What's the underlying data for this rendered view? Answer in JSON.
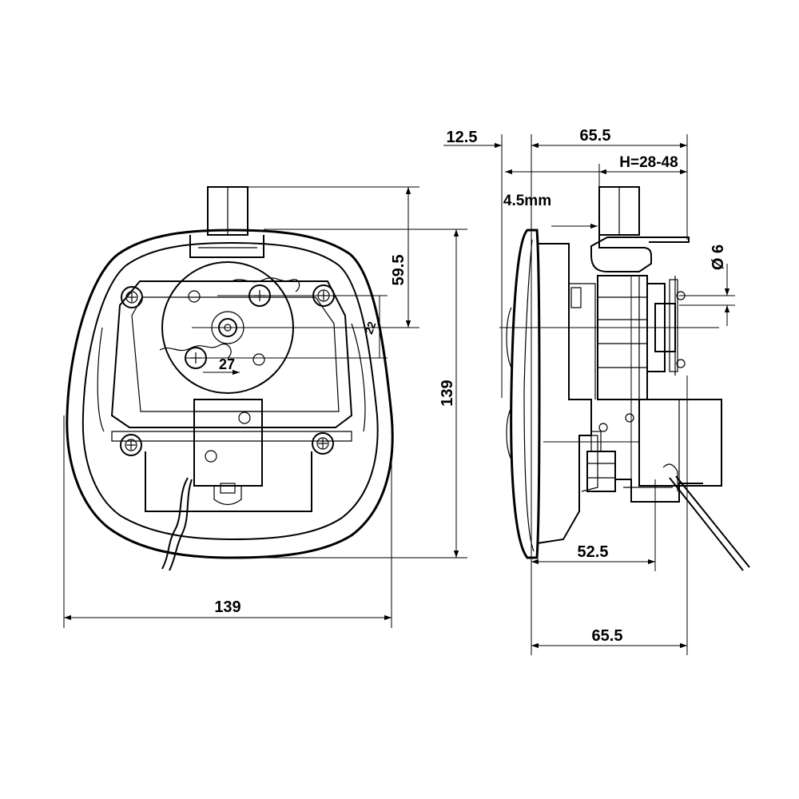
{
  "drawing": {
    "front_view": {
      "width_label": "139",
      "height_label": "139",
      "depth_label": "59.5",
      "offset_label": "27",
      "chord_label": "22"
    },
    "side_view": {
      "flange_label": "12.5",
      "top_length_label": "65.5",
      "grip_range_label": "H=28-48",
      "gap_label": "4.5mm",
      "diameter_label": "Ø 6",
      "bottom_inner_label": "52.5",
      "bottom_total_label": "65.5"
    }
  }
}
